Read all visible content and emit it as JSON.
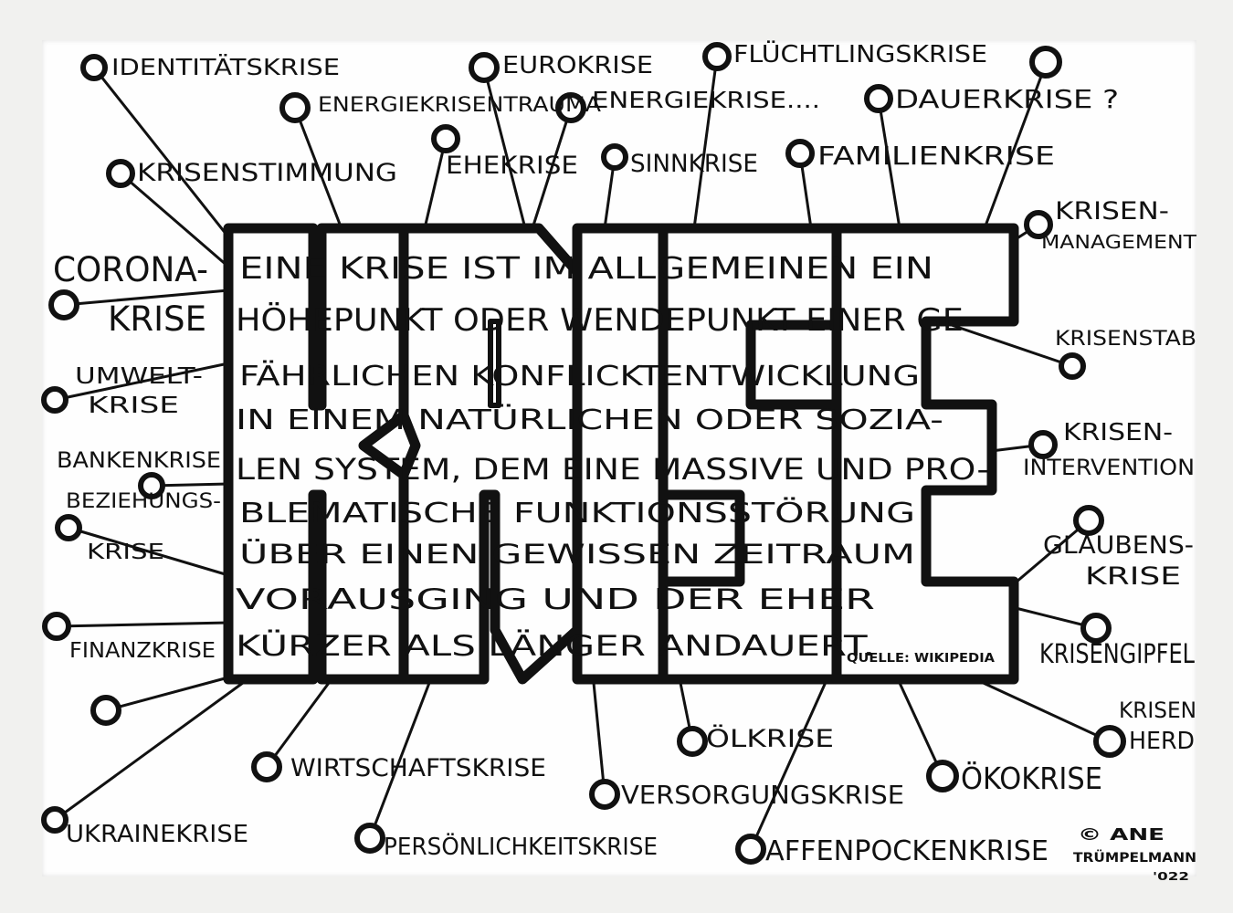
{
  "artwork": {
    "definition_lines": [
      "EINE KRISE IST IM ALLGEMEINEN EIN",
      "HÖHEPUNKT ODER WENDEPUNKT EINER GE-",
      "FÄHRLICHEN KONFLICKTENTWICKLUNG",
      "IN EINEM NATÜRLICHEN ODER SOZIA-",
      "LEN SYSTEM, DEM EINE MASSIVE UND PRO-",
      "BLEMATISCHE FUNKTIONSSTÖRUNG",
      "ÜBER EINEN GEWISSEN ZEITRAUM",
      "VORAUSGING UND DER EHER",
      "KÜRZER ALS LÄNGER ANDAUERT."
    ],
    "source": "QUELLE: WIKIPEDIA",
    "signature": [
      "© ANE",
      "TRÜMPELMANN",
      "'022"
    ],
    "crises": {
      "identitaet": "IDENTITÄTSKRISE",
      "energie_trauma": "ENERGIEKRISENTRAUMA",
      "euro": "EUROKRISE",
      "energie2": "ENERGIEKRISE....",
      "fluechtling": "FLÜCHTLINGSKRISE",
      "dauer": "DAUERKRISE ?",
      "krisenstimmung": "KRISENSTIMMUNG",
      "ehe": "EHEKRISE",
      "sinn": "SINNKRISE",
      "familie": "FAMILIENKRISE",
      "corona1": "CORONA-",
      "corona2": "KRISE",
      "umwelt1": "UMWELT-",
      "umwelt2": "KRISE",
      "banken": "BANKENKRISE",
      "beziehung1": "BEZIEHUNGS-",
      "beziehung2": "KRISE",
      "finanz": "FINANZKRISE",
      "wirtschaft": "WIRTSCHAFTSKRISE",
      "ukraine": "UKRAINEKRISE",
      "persoenlich": "PERSÖNLICHKEITSKRISE",
      "versorgung": "VERSORGUNGSKRISE",
      "oel": "ÖLKRISE",
      "oeko": "ÖKOKRISE",
      "affenpocken": "AFFENPOCKENKRISE",
      "management1": "KRISEN-",
      "management2": "MANAGEMENT",
      "stab": "KRISENSTAB",
      "intervention1": "KRISEN-",
      "intervention2": "INTERVENTION",
      "glauben1": "GLAUBENS-",
      "glauben2": "KRISE",
      "gipfel": "KRISENGIPFEL",
      "herd1": "KRISEN",
      "herd2": "HERD"
    }
  }
}
